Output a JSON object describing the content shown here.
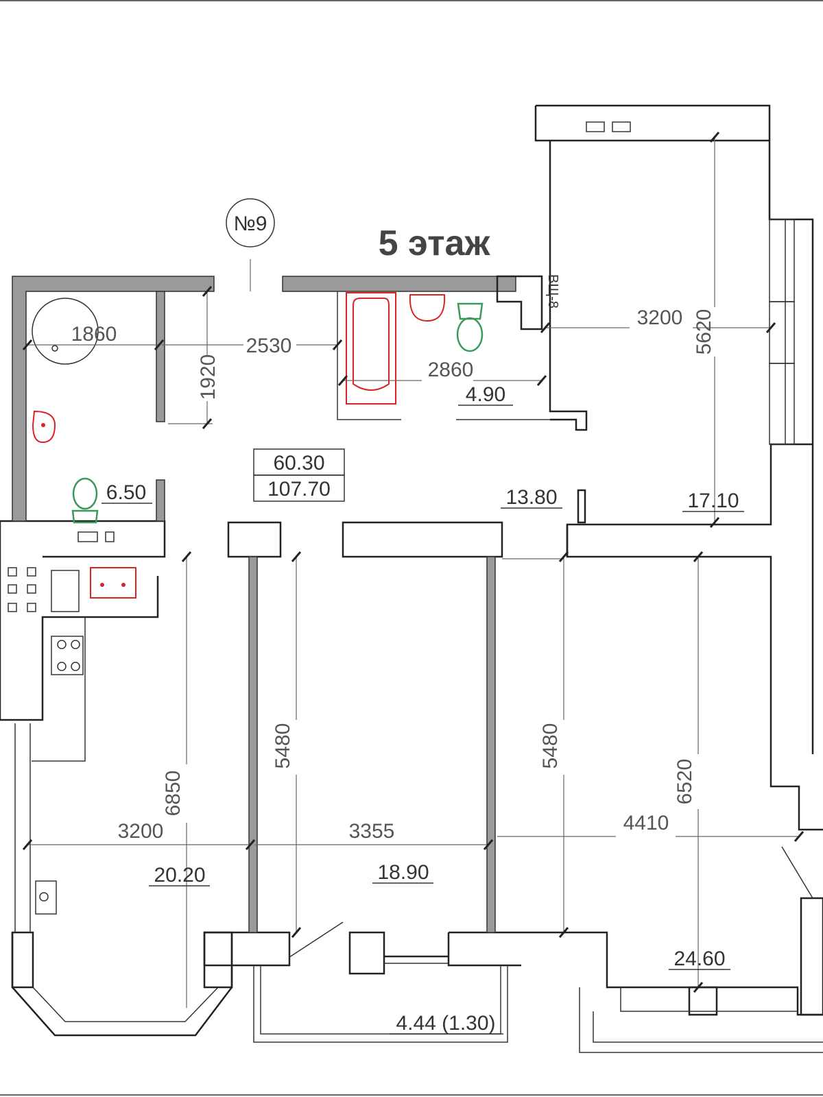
{
  "plan": {
    "floor_title": "5 этаж",
    "apartment_number": "№9",
    "living_area": "60.30",
    "total_area": "107.70",
    "vertical_label": "ВЩ-8",
    "rooms": {
      "kitchen": "20.20",
      "room_middle": "18.90",
      "room_right_bottom": "24.60",
      "room_right_top": "17.10",
      "hall": "13.80",
      "bathroom": "4.90",
      "wc": "6.50",
      "balcony": "4.44 (1.30)"
    },
    "dimensions": {
      "d1860": "1860",
      "d2530": "2530",
      "d1920": "1920",
      "d2860": "2860",
      "d3200_top": "3200",
      "d5620": "5620",
      "d6850": "6850",
      "d5480_left": "5480",
      "d5480_right": "5480",
      "d6520": "6520",
      "d3200_bottom": "3200",
      "d3355": "3355",
      "d4410": "4410"
    }
  },
  "colors": {
    "walls": "#222222",
    "partitions": "#9a9a9a",
    "fixtures_red": "#dd2222",
    "fixtures_green": "#3a9a5a"
  }
}
